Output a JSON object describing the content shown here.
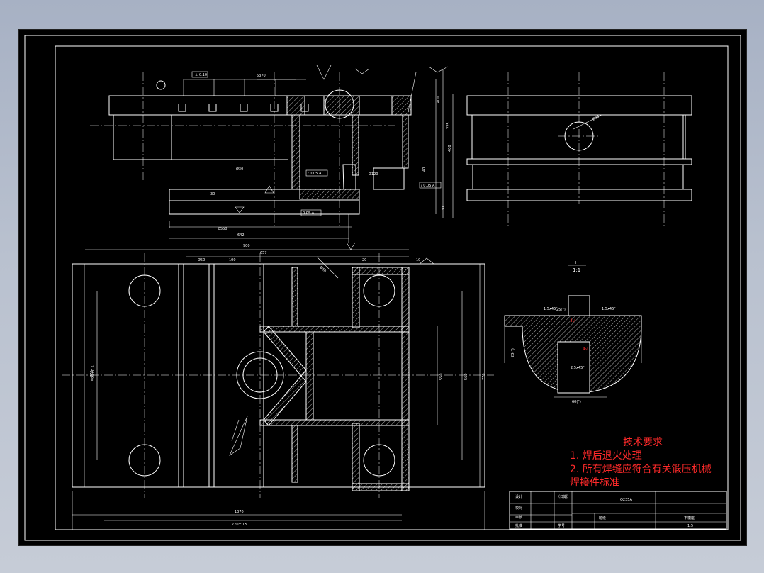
{
  "drawing": {
    "section_label": "I",
    "section_scale": "1:1",
    "dims": {
      "top_len": "5370",
      "flat_a": "0.10",
      "flat_b": "0.05",
      "flat_c": "0.05",
      "flat_d": "0.05",
      "d550": "Ø550",
      "d120": "Ø120±°",
      "d642": "642",
      "d225": "225",
      "d100": "100",
      "d40": "40",
      "d30": "30",
      "w900": "900",
      "w657": "657",
      "w100": "100",
      "w20": "20",
      "w10": "10",
      "w50": "Ø50",
      "w1370": "1370",
      "w770": "770±0.5",
      "h770": "770",
      "h590": "590±0.5",
      "h550": "550",
      "h560": "560",
      "h770r": "770",
      "d80": "Ø80",
      "sec_25": "25(°)",
      "sec_1": "1.5x45°",
      "sec_2": "1.5x45°",
      "sec_3": "2.5x45°",
      "sec_4": "23(°)",
      "sec_5": "60(°)"
    }
  },
  "tech_notes": {
    "title": "技术要求",
    "line1": "1. 焊后退火处理",
    "line2": "2. 所有焊缝应符合有关锻压机械",
    "line3": "焊接件标准"
  },
  "title_block": {
    "design": "设计",
    "date": "（日期）",
    "part_code": "Q235A",
    "check": "校对",
    "review": "审核",
    "approve": "批准",
    "class_no": "班级",
    "student_no": "学号",
    "name": "下模座",
    "ratio": "1:5"
  },
  "colors": {
    "background": "#000000",
    "line": "#ffffff",
    "notes": "#ff2a2a"
  }
}
